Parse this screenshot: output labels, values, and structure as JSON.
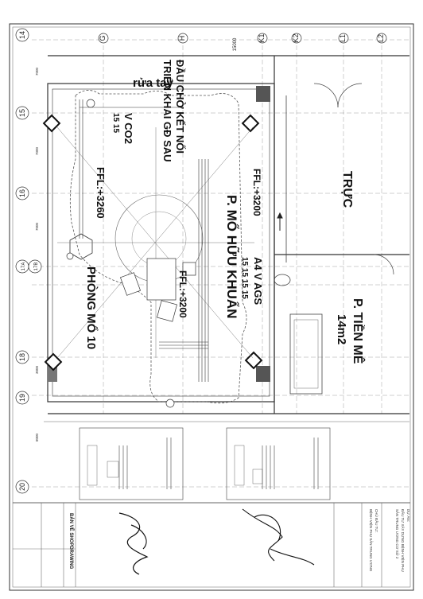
{
  "plan": {
    "grid_numbers": [
      "14",
      "15",
      "16",
      "17A",
      "17B",
      "18",
      "19",
      "20"
    ],
    "grid_letters": [
      "G",
      "H",
      "K1",
      "K2",
      "L1",
      "L2"
    ],
    "dimension_top": "15000",
    "dimensions_left": [
      "7000",
      "7000",
      "7000",
      "3000",
      "8000"
    ],
    "annotations": {
      "rua_tay": "rửa tay",
      "dau_cho": "ĐẦU CHỜ KẾT NỐI",
      "trien_khai": "TRIỂN KHAI GĐ SAU",
      "v_co2": "V CO2",
      "v_co2_sizes": "15  15",
      "ffl_left": "FFL:+3260",
      "ffl_mid": "FFL:+3200",
      "ffl_right": "FFL:+3200",
      "mo_huu_khuan": "P. MỔ HỮU KHUẨN",
      "phong_mo_10": "PHÒNG MỔ 10",
      "gas_sizes": "15  15  15  15",
      "gas_labels": "A4  V  AGS",
      "truc": "TRỰC",
      "tien_me": "P. TIỀN MÊ",
      "area": "14m2"
    }
  },
  "title_block": {
    "sheet_title": "BẢN VẼ SHOPDRAWING",
    "project_lines": [
      "DỰ ÁN:",
      "ĐẦU TƯ XÂY DỰNG BỆNH VIỆN PHỤ",
      "SẢN TRUNG ƯƠNG CƠ SỞ 2",
      "CHỦ ĐẦU TƯ:",
      "BỆNH VIỆN PHỤ SẢN TRUNG ƯƠNG"
    ]
  }
}
